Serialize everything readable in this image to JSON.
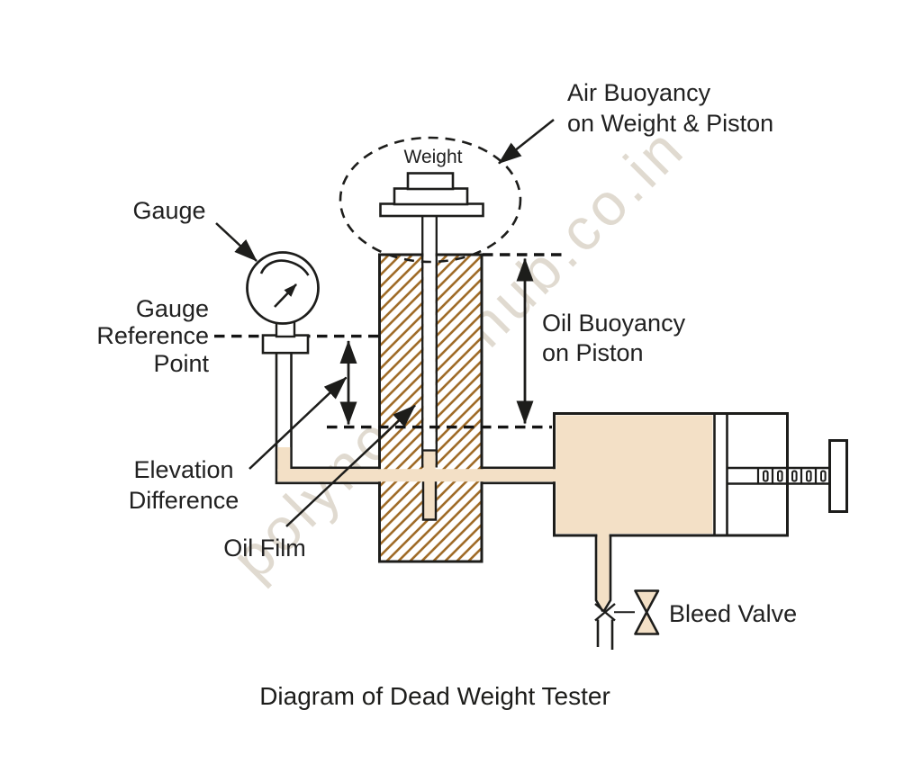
{
  "watermark": "polynomialhub.co.in",
  "caption": "Diagram of Dead Weight Tester",
  "labels": {
    "weight": "Weight",
    "air_buoyancy": [
      "Air Buoyancy",
      "on Weight & Piston"
    ],
    "gauge": "Gauge",
    "gauge_reference": [
      "Gauge",
      "Reference",
      "Point"
    ],
    "oil_buoyancy": [
      "Oil Buoyancy",
      "on Piston"
    ],
    "elevation": [
      "Elevation",
      "Difference"
    ],
    "oil_film": "Oil Film",
    "bleed_valve": "Bleed Valve"
  },
  "colors": {
    "outline": "#1d1d1b",
    "oil_fill": "#f3e0c6",
    "hatch_stroke": "#a06c28",
    "watermark": "#d9d2c5",
    "text": "#212121"
  }
}
